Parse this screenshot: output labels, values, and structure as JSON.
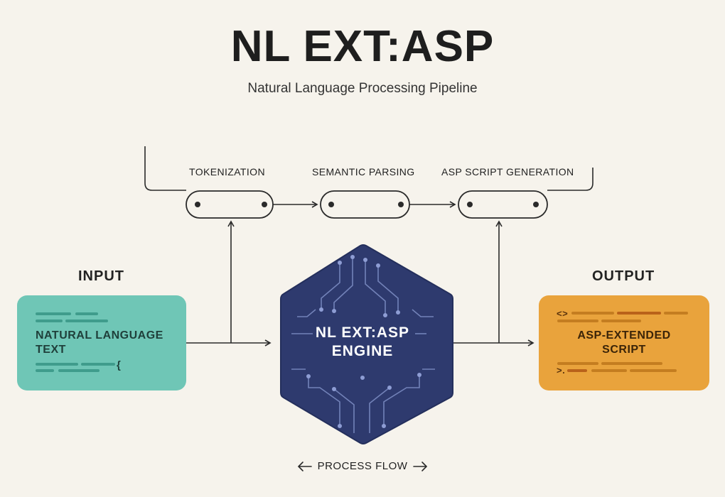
{
  "header": {
    "title": "NL EXT:ASP",
    "subtitle": "Natural Language Processing Pipeline"
  },
  "pipeline": {
    "stages": [
      {
        "label": "TOKENIZATION"
      },
      {
        "label": "SEMANTIC PARSING"
      },
      {
        "label": "ASP SCRIPT GENERATION"
      }
    ]
  },
  "input": {
    "heading": "INPUT",
    "card_text": "NATURAL LANGUAGE TEXT",
    "bracket": "{"
  },
  "engine": {
    "line1": "NL EXT:ASP",
    "line2": "ENGINE"
  },
  "output": {
    "heading": "OUTPUT",
    "card_text_line1": "ASP-EXTENDED",
    "card_text_line2": "SCRIPT",
    "code_open": "<>",
    "code_prompt": ">."
  },
  "footer": {
    "flow_label": "PROCESS FLOW"
  },
  "colors": {
    "background": "#f6f3ec",
    "input_card": "#6fc6b6",
    "engine": "#2e3a6e",
    "output_card": "#e9a33c",
    "line": "#2a2a2a"
  }
}
